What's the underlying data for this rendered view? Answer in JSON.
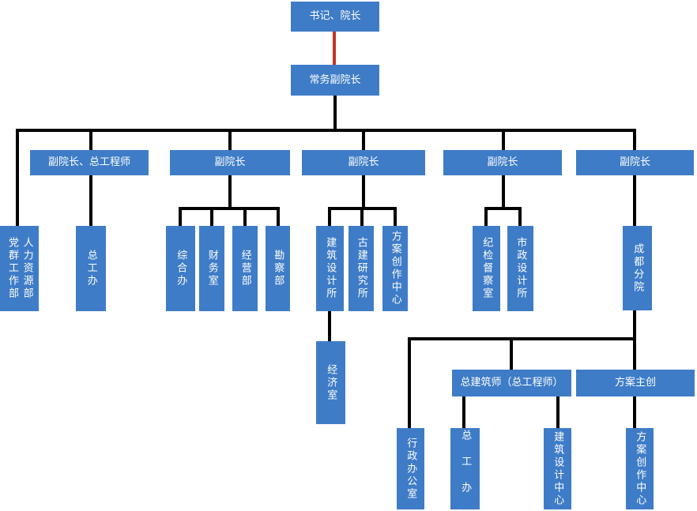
{
  "diagram": {
    "type": "org-chart",
    "colors": {
      "node_fill": "#3E7CC7",
      "node_text": "#FFFFFF",
      "connector": "#000000",
      "top_connector": "#C0362A",
      "background": "#FFFFFF"
    },
    "nodes": {
      "secretary_dean": "书记、院长",
      "exec_vice_dean": "常务副院长",
      "vice_dean_chief_engineer": "副院长、总工程师",
      "vice_dean_1": "副院长",
      "vice_dean_2": "副院长",
      "vice_dean_3": "副院长",
      "vice_dean_4": "副院长",
      "party_mass_dept": "党群工作部",
      "hr_dept": "人力资源部",
      "chief_engineer_office": "总工办",
      "general_office": "综合办",
      "finance_office": "财务室",
      "operations_dept": "经营部",
      "survey_dept": "勘察部",
      "architecture_design_institute": "建筑设计所",
      "ancient_building_research_institute": "古建研究所",
      "scheme_creation_center": "方案创作中心",
      "economy_office": "经济室",
      "discipline_inspection_office": "纪检督察室",
      "municipal_design_institute": "市政设计所",
      "chengdu_branch": "成都分院",
      "chief_architect": "总建筑师（总工程师）",
      "scheme_lead": "方案主创",
      "admin_office": "行政办公室",
      "chengdu_chief_engineer_office": "总工办",
      "architecture_design_center": "建筑设计中心",
      "chengdu_scheme_creation_center": "方案创作中心"
    },
    "edges": [
      {
        "from": "secretary_dean",
        "to": "exec_vice_dean",
        "style": "red"
      },
      {
        "from": "exec_vice_dean",
        "to": "party_mass_dept"
      },
      {
        "from": "exec_vice_dean",
        "to": "hr_dept"
      },
      {
        "from": "exec_vice_dean",
        "to": "vice_dean_chief_engineer"
      },
      {
        "from": "exec_vice_dean",
        "to": "vice_dean_1"
      },
      {
        "from": "exec_vice_dean",
        "to": "vice_dean_2"
      },
      {
        "from": "exec_vice_dean",
        "to": "vice_dean_3"
      },
      {
        "from": "exec_vice_dean",
        "to": "vice_dean_4"
      },
      {
        "from": "vice_dean_chief_engineer",
        "to": "chief_engineer_office"
      },
      {
        "from": "vice_dean_1",
        "to": "general_office"
      },
      {
        "from": "vice_dean_1",
        "to": "finance_office"
      },
      {
        "from": "vice_dean_1",
        "to": "operations_dept"
      },
      {
        "from": "vice_dean_1",
        "to": "survey_dept"
      },
      {
        "from": "vice_dean_2",
        "to": "architecture_design_institute"
      },
      {
        "from": "vice_dean_2",
        "to": "ancient_building_research_institute"
      },
      {
        "from": "vice_dean_2",
        "to": "scheme_creation_center"
      },
      {
        "from": "architecture_design_institute",
        "to": "economy_office"
      },
      {
        "from": "vice_dean_3",
        "to": "discipline_inspection_office"
      },
      {
        "from": "vice_dean_3",
        "to": "municipal_design_institute"
      },
      {
        "from": "vice_dean_4",
        "to": "chengdu_branch"
      },
      {
        "from": "chengdu_branch",
        "to": "admin_office"
      },
      {
        "from": "chengdu_branch",
        "to": "chief_architect"
      },
      {
        "from": "chengdu_branch",
        "to": "scheme_lead"
      },
      {
        "from": "chief_architect",
        "to": "chengdu_chief_engineer_office"
      },
      {
        "from": "chief_architect",
        "to": "architecture_design_center"
      },
      {
        "from": "scheme_lead",
        "to": "chengdu_scheme_creation_center"
      }
    ]
  }
}
